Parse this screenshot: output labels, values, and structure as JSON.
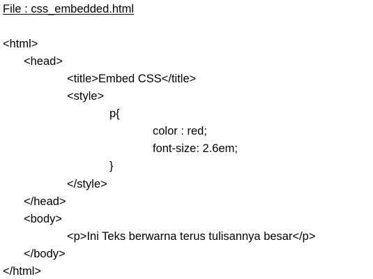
{
  "file_title": "File : css_embedded.html",
  "code_lines": [
    "<html>",
    "<head>",
    "<title>Embed CSS</title>",
    "<style>",
    "p{",
    "color : red;",
    "font-size: 2.6em;",
    "}",
    "</style>",
    "</head>",
    "<body>",
    "<p>Ini Teks berwarna terus tulisannya besar</p>",
    "</body>",
    "</html>"
  ]
}
